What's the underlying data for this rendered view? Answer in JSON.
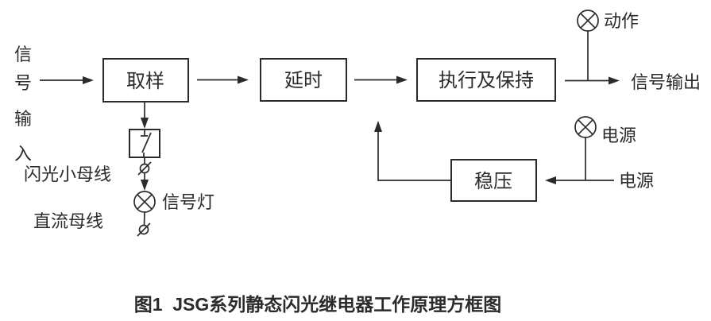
{
  "diagram": {
    "caption": "图1  JSG系列静态闪光继电器工作原理方框图",
    "input_chars": [
      "信",
      "号",
      "输",
      "入"
    ],
    "blocks": {
      "sampling": "取样",
      "delay": "延时",
      "execute_hold": "执行及保持",
      "regulator": "稳压"
    },
    "labels": {
      "action": "动作",
      "signal_output": "信号输出",
      "power_top": "电源",
      "power_right": "电源",
      "signal_lamp": "信号灯",
      "flash_bus": "闪光小母线",
      "dc_bus": "直流母线"
    },
    "icons": {
      "action_lamp": "indicator-lamp-icon",
      "power_lamp": "indicator-lamp-icon",
      "signal_lamp": "indicator-lamp-icon",
      "switch": "switch-contact-icon",
      "terminal_top": "terminal-link-icon",
      "terminal_bottom": "terminal-link-icon"
    },
    "colors": {
      "ink": "#2b2b2b",
      "background": "#ffffff"
    }
  }
}
